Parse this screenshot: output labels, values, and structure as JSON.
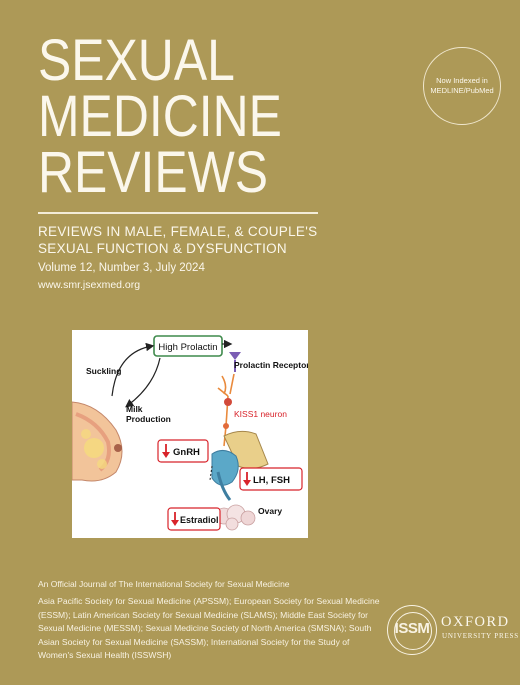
{
  "journal": {
    "title_lines": [
      "SEXUAL",
      "MEDICINE",
      "REVIEWS"
    ],
    "subtitle_lines": [
      "REVIEWS IN MALE, FEMALE, & COUPLE'S",
      "SEXUAL FUNCTION & DYSFUNCTION"
    ],
    "volume": "Volume 12, Number 3, July 2024",
    "website": "www.smr.jsexmed.org"
  },
  "badge": {
    "line1": "Now Indexed in",
    "line2": "MEDLINE/PubMed"
  },
  "figure": {
    "high_prolactin": "High Prolactin",
    "prolactin_receptor": "Prolactin Receptor",
    "suckling": "Suckling",
    "milk": "Milk",
    "production": "Production",
    "kiss1": "KISS1 neuron",
    "gnrh": "GnRH",
    "lh_fsh": "LH, FSH",
    "ovary": "Ovary",
    "estradiol": "Estradiol"
  },
  "footer": {
    "official": "An Official Journal of The International Society for Sexual Medicine",
    "societies": "Asia Pacific Society for Sexual Medicine (APSSM); European Society for Sexual Medicine (ESSM); Latin American  Society for Sexual Medicine (SLAMS); Middle East Society for Sexual Medicine (MESSM); Sexual Medicine  Society of North America (SMSNA); South Asian Society for Sexual Medicine (SASSM); International Society for  the Study of Women's Sexual Health (ISSWSH)"
  },
  "logos": {
    "issm": "ISSM",
    "oxford": "OXFORD",
    "oup": "UNIVERSITY PRESS"
  },
  "colors": {
    "background": "#ad9957",
    "text": "#fbf7ec",
    "arrow_red": "#d8232a",
    "box_green": "#3f8a4c"
  }
}
